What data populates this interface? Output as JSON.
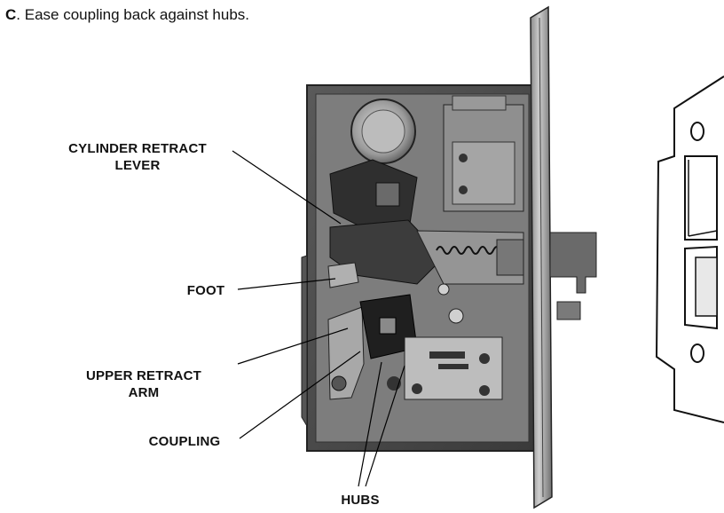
{
  "instruction": {
    "step_letter": "C",
    "text": ". Ease coupling back against hubs."
  },
  "callouts": {
    "cylinder_retract_lever": {
      "line1": "CYLINDER RETRACT",
      "line2": "LEVER"
    },
    "foot": "FOOT",
    "upper_retract_arm": {
      "line1": "UPPER RETRACT",
      "line2": "ARM"
    },
    "coupling": "COUPLING",
    "hubs": "HUBS"
  }
}
